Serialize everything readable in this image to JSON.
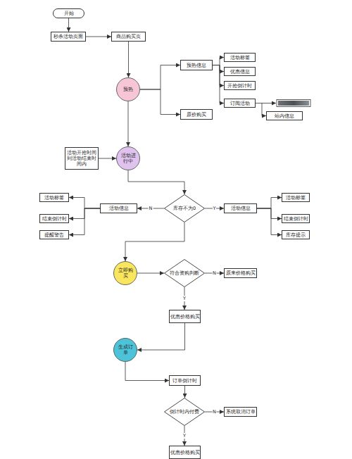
{
  "diagram": {
    "nodes": [
      {
        "text": [
          "开始"
        ]
      },
      {
        "text": [
          "秒杀活动页面"
        ]
      },
      {
        "text": [
          "商品购买页"
        ]
      },
      {
        "text": [
          "预热"
        ]
      },
      {
        "text": [
          "预热信息"
        ]
      },
      {
        "text": [
          "活动标签"
        ]
      },
      {
        "text": [
          "优惠信息"
        ]
      },
      {
        "text": [
          "开抢倒计时"
        ]
      },
      {
        "text": [
          "订阅活动"
        ]
      },
      {
        "text": [
          "站内信息"
        ]
      },
      {
        "text": [
          "原价购买"
        ]
      },
      {
        "text": [
          "活动开抢时间到活动结束时间内"
        ]
      },
      {
        "text": [
          "活动进行中"
        ]
      },
      {
        "text": [
          "库存不为0"
        ]
      },
      {
        "text": [
          "活动信息"
        ]
      },
      {
        "text": [
          "活动标签"
        ]
      },
      {
        "text": [
          "结束倒计时"
        ]
      },
      {
        "text": [
          "提醒警告"
        ]
      },
      {
        "text": [
          "活动信息"
        ]
      },
      {
        "text": [
          "活动标签"
        ]
      },
      {
        "text": [
          "结束倒计时"
        ]
      },
      {
        "text": [
          "库存提示"
        ]
      },
      {
        "text": [
          "立即购买"
        ]
      },
      {
        "text": [
          "符合资购判断"
        ]
      },
      {
        "text": [
          "原来价格购买"
        ]
      },
      {
        "text": [
          "优惠价格购买"
        ]
      },
      {
        "text": [
          "生成订单"
        ]
      },
      {
        "text": [
          "订单倒计时"
        ]
      },
      {
        "text": [
          "倒计时内付费"
        ]
      },
      {
        "text": [
          "系统取消订单"
        ]
      },
      {
        "text": [
          "优惠价格购买"
        ]
      }
    ],
    "edges": [
      {
        "from": 0,
        "to": 1,
        "arrow": "to"
      },
      {
        "from": 1,
        "to": 2,
        "arrow": "to"
      },
      {
        "from": 2,
        "to": 3,
        "arrow": "to"
      },
      {
        "from": 3,
        "to": 4,
        "arrow": "to"
      },
      {
        "from": 3,
        "to": 10,
        "arrow": "to"
      },
      {
        "from": 4,
        "to": 5,
        "arrow": "to"
      },
      {
        "from": 4,
        "to": 6,
        "arrow": "to"
      },
      {
        "from": 4,
        "to": 7,
        "arrow": "to"
      },
      {
        "from": 4,
        "to": 8,
        "arrow": "to"
      },
      {
        "from": 8,
        "to": 9,
        "arrow": "to"
      },
      {
        "from": 3,
        "to": 12,
        "arrow": "to"
      },
      {
        "from": 11,
        "to": 12,
        "arrow": "to"
      },
      {
        "from": 12,
        "to": 13,
        "arrow": "to"
      },
      {
        "from": 13,
        "to": 14,
        "label": "N",
        "arrow": "to"
      },
      {
        "from": 13,
        "to": 18,
        "label": "Y",
        "arrow": "to"
      },
      {
        "from": 14,
        "to": 15,
        "arrow": "to"
      },
      {
        "from": 14,
        "to": 16,
        "arrow": "to"
      },
      {
        "from": 14,
        "to": 17,
        "arrow": "to"
      },
      {
        "from": 18,
        "to": 19,
        "arrow": "to"
      },
      {
        "from": 18,
        "to": 20,
        "arrow": "to"
      },
      {
        "from": 18,
        "to": 21,
        "arrow": "to"
      },
      {
        "from": 13,
        "to": 22,
        "arrow": "to"
      },
      {
        "from": 22,
        "to": 23,
        "arrow": "to"
      },
      {
        "from": 23,
        "to": 24,
        "label": "N",
        "arrow": "to"
      },
      {
        "from": 23,
        "to": 25,
        "label": "Y",
        "arrow": "to"
      },
      {
        "from": 25,
        "to": 26,
        "arrow": "to"
      },
      {
        "from": 26,
        "to": 27,
        "arrow": "to"
      },
      {
        "from": 27,
        "to": 28,
        "arrow": "to"
      },
      {
        "from": 28,
        "to": 29,
        "label": "N",
        "arrow": "to"
      },
      {
        "from": 28,
        "to": 30,
        "label": "Y",
        "arrow": "to"
      }
    ]
  }
}
